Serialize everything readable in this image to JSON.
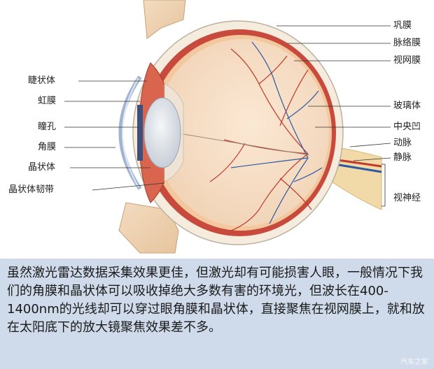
{
  "labels_left": [
    {
      "id": "ciliary-body",
      "text": "睫状体"
    },
    {
      "id": "iris",
      "text": "虹膜"
    },
    {
      "id": "pupil",
      "text": "瞳孔"
    },
    {
      "id": "cornea",
      "text": "角膜"
    },
    {
      "id": "lens",
      "text": "晶状体"
    },
    {
      "id": "zonule",
      "text": "晶状体韧带"
    }
  ],
  "labels_right": [
    {
      "id": "sclera",
      "text": "巩膜"
    },
    {
      "id": "choroid",
      "text": "脉络膜"
    },
    {
      "id": "retina",
      "text": "视网膜"
    },
    {
      "id": "vitreous",
      "text": "玻璃体"
    },
    {
      "id": "fovea",
      "text": "中央凹"
    },
    {
      "id": "artery",
      "text": "动脉"
    },
    {
      "id": "vein",
      "text": "静脉"
    },
    {
      "id": "optic-nerve",
      "text": "视神经"
    }
  ],
  "caption": "虽然激光雷达数据采集效果更佳，但激光却有可能损害人眼，一般情况下我们的角膜和晶状体可以吸收掉绝大多数有害的环境光，但波长在400-1400nm的光线却可以穿过眼角膜和晶状体，直接聚焦在视网膜上，就和放在太阳底下的放大镜聚焦效果差不多。",
  "watermark": "汽车之家"
}
